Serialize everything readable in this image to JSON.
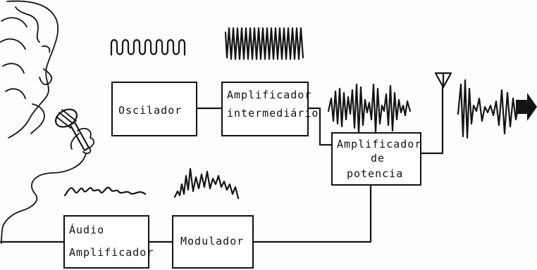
{
  "blocks": {
    "oscilador": "Oscilador",
    "amp_intermediario": {
      "line1": "Amplificador",
      "line2": "intermediário"
    },
    "amp_potencia": {
      "line1": "Amplificador",
      "line2": "de",
      "line3": "potencia"
    },
    "audio_amp": {
      "line1": "Áudio",
      "line2": "Amplificador"
    },
    "modulador": "Modulador"
  },
  "colors": {
    "ink": "#141414",
    "paper": "#fefefe"
  },
  "icons": [
    "singer-illustration",
    "microphone-icon",
    "antenna-icon",
    "output-arrow-icon"
  ]
}
